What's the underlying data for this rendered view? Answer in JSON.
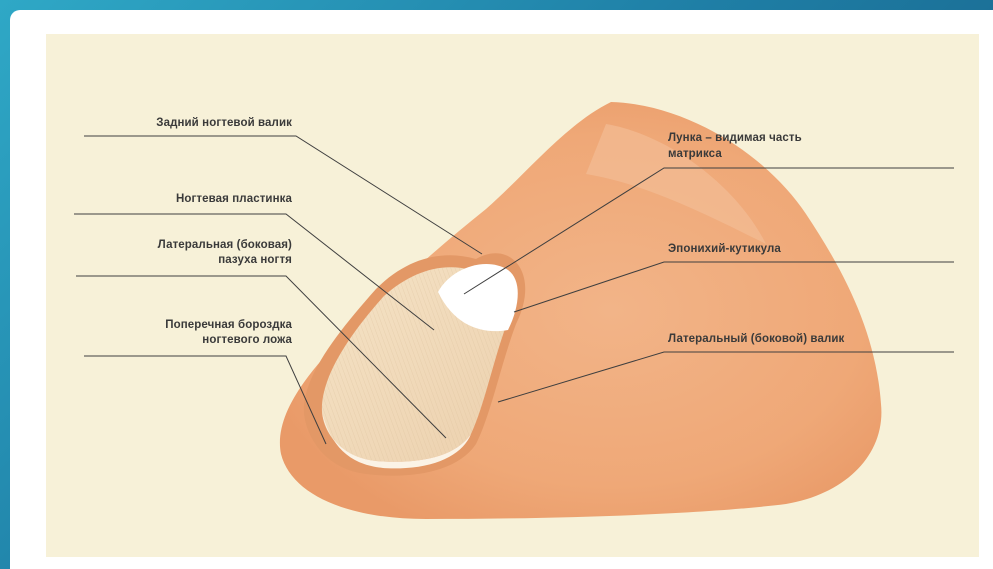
{
  "labels": {
    "rear_nail_fold": "Задний ногтевой валик",
    "nail_plate": "Ногтевая пластинка",
    "lateral_sinus_line1": "Латеральная (боковая)",
    "lateral_sinus_line2": "пазуха ногтя",
    "transverse_groove_line1": "Поперечная бороздка",
    "transverse_groove_line2": "ногтевого ложа",
    "lunula_line1": "Лунка – видимая часть",
    "lunula_line2": "матрикса",
    "eponychium": "Эпонихий-кутикула",
    "lateral_fold": "Латеральный (боковой) валик"
  },
  "colors": {
    "background": "#f7f1d8",
    "finger": "#f0ad7c",
    "nail": "#f3dcbc",
    "lunula": "#ffffff",
    "leader_line": "#3f3f3f"
  }
}
